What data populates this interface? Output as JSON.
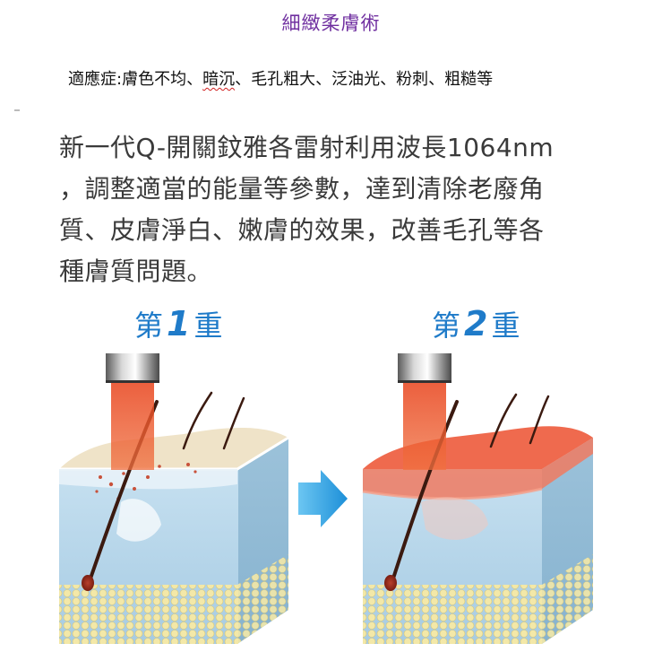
{
  "title": "細緻柔膚術",
  "indication": {
    "label": "適應症:",
    "items_a": "膚色不均、",
    "items_b": "暗沉",
    "items_c": "、毛孔粗大、泛油光、粉刺、粗糙等"
  },
  "description": {
    "lines": [
      "新一代Q-開關鈫雅各雷射利用波長1064nm",
      "，調整適當的能量等參數，達到清除老廢角",
      "質、皮膚淨白、嫩膚的效果，改善毛孔等各",
      "種膚質問題。"
    ]
  },
  "stages": [
    {
      "prefix": "第",
      "number": "1",
      "suffix": "重"
    },
    {
      "prefix": "第",
      "number": "2",
      "suffix": "重"
    }
  ],
  "colors": {
    "title": "#7030a0",
    "stage_label": "#1f7bc9",
    "laser": "#e8431c",
    "skin_side": "#a9cfe6",
    "arrow": "#2e9fe0"
  }
}
